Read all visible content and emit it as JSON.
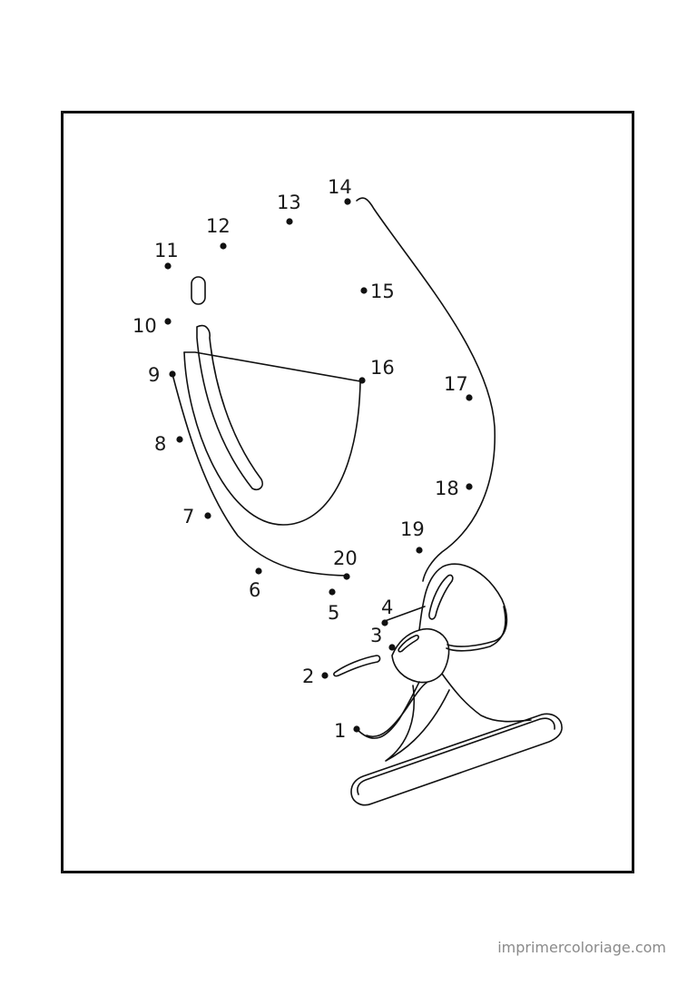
{
  "dots": [
    {
      "n": "1"
    },
    {
      "n": "2"
    },
    {
      "n": "3"
    },
    {
      "n": "4"
    },
    {
      "n": "5"
    },
    {
      "n": "6"
    },
    {
      "n": "7"
    },
    {
      "n": "8"
    },
    {
      "n": "9"
    },
    {
      "n": "10"
    },
    {
      "n": "11"
    },
    {
      "n": "12"
    },
    {
      "n": "13"
    },
    {
      "n": "14"
    },
    {
      "n": "15"
    },
    {
      "n": "16"
    },
    {
      "n": "17"
    },
    {
      "n": "18"
    },
    {
      "n": "19"
    },
    {
      "n": "20"
    }
  ],
  "footer": {
    "site": "imprimercoloriage.com"
  },
  "colors": {
    "ink": "#111111",
    "footer": "#8a8a8a"
  }
}
